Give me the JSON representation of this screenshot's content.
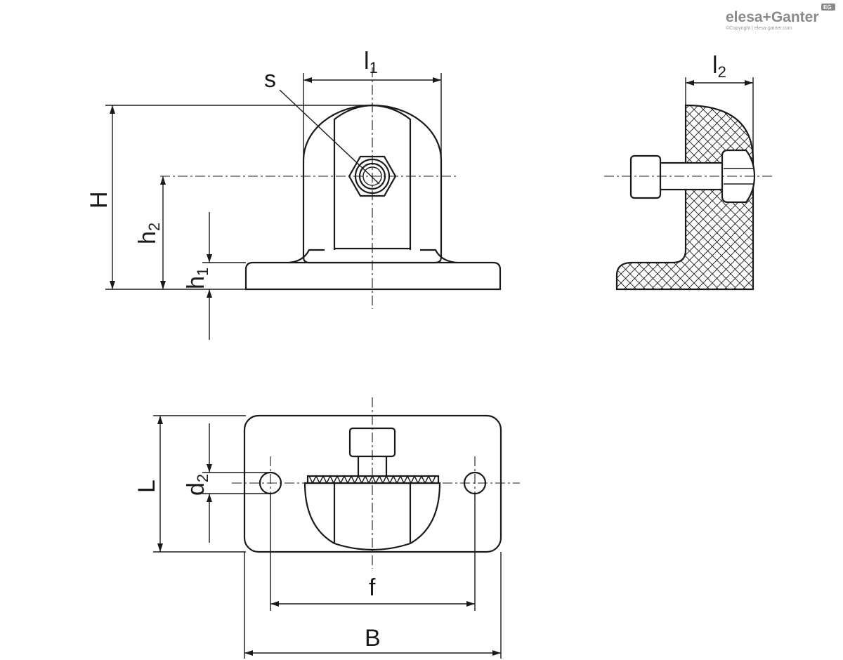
{
  "brand": {
    "name": "elesa+Ganter",
    "copyright": "©Copyright | elesa-ganter.com",
    "badge": "EG"
  },
  "labels": {
    "l1": {
      "main": "l",
      "sub": "1"
    },
    "l2": {
      "main": "l",
      "sub": "2"
    },
    "s": "s",
    "H": "H",
    "h2": {
      "main": "h",
      "sub": "2"
    },
    "h1": {
      "main": "h",
      "sub": "1"
    },
    "L": "L",
    "d2": {
      "main": "d",
      "sub": "2"
    },
    "f": "f",
    "B": "B"
  }
}
